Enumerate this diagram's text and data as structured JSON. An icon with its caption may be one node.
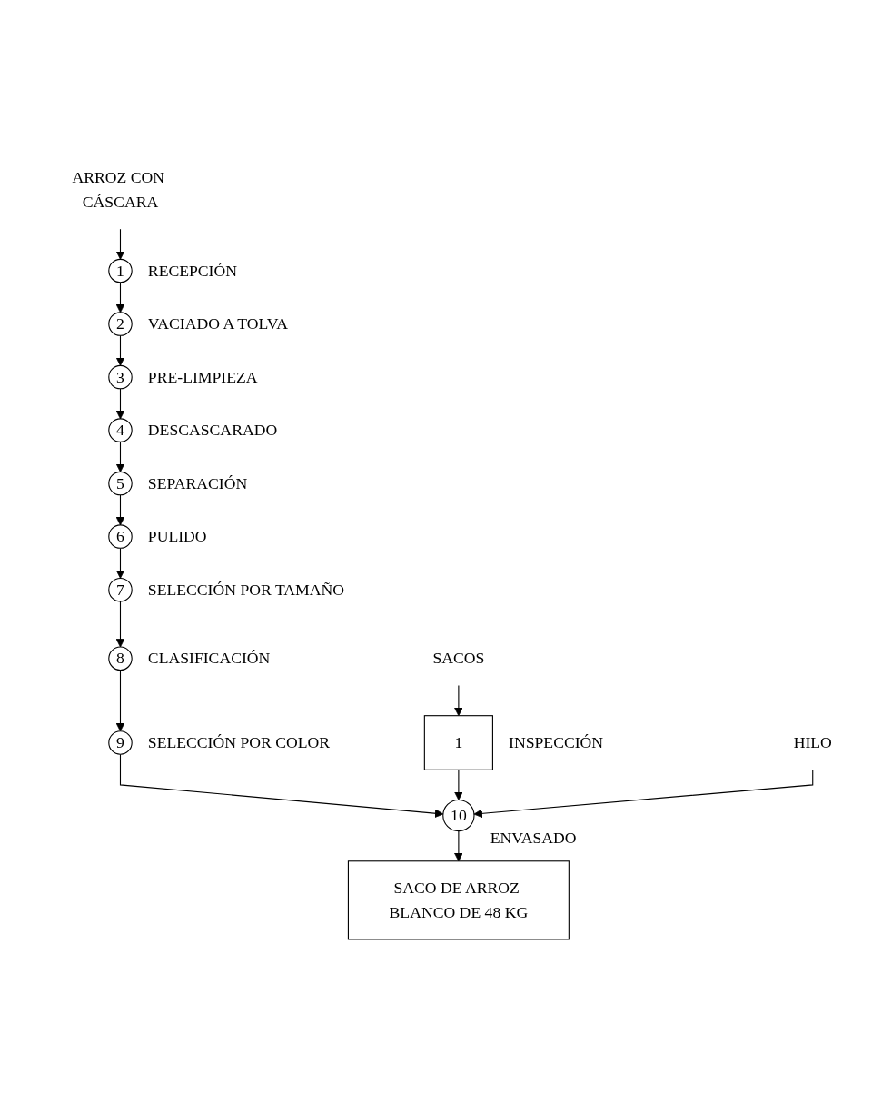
{
  "diagram": {
    "nodes": [
      {
        "text": [
          "SACOS"
        ]
      },
      {
        "text": [
          "1"
        ],
        "beside": [
          "INSPECCIÓN"
        ]
      },
      {
        "text": [
          "ARROZ CON CÁSCARA"
        ]
      },
      {
        "text": [
          "1"
        ],
        "beside": [
          "RECEPCIÓN"
        ]
      },
      {
        "text": [
          "2"
        ],
        "beside": [
          "VACIADO A TOLVA"
        ]
      },
      {
        "text": [
          "3"
        ],
        "beside": [
          "PRE-LIMPIEZA"
        ]
      },
      {
        "text": [
          "4"
        ],
        "beside": [
          "DESCASCARADO"
        ]
      },
      {
        "text": [
          "5"
        ],
        "beside": [
          "SEPARACIÓN"
        ]
      },
      {
        "text": [
          "6"
        ],
        "beside": [
          "PULIDO"
        ]
      },
      {
        "text": [
          "7"
        ],
        "beside": [
          "SELECCIÓN POR TAMAÑO"
        ]
      },
      {
        "text": [
          "8"
        ],
        "beside": [
          "CLASIFICACIÓN"
        ]
      },
      {
        "text": [
          "9"
        ],
        "beside": [
          "SELECCIÓN POR COLOR"
        ]
      },
      {
        "text": [
          "10"
        ],
        "beside": [
          "ENVASADO"
        ]
      },
      {
        "text": [
          "HILO"
        ]
      },
      {
        "text": [
          "SACO DE ARROZ BLANCO DE 48 KG"
        ]
      }
    ],
    "edges": [
      {
        "from": 0,
        "to": 1,
        "arrow": "to"
      },
      {
        "from": 2,
        "to": 3,
        "arrow": "to"
      },
      {
        "from": 3,
        "to": 4,
        "arrow": "to"
      },
      {
        "from": 4,
        "to": 5,
        "arrow": "to"
      },
      {
        "from": 5,
        "to": 6,
        "arrow": "to"
      },
      {
        "from": 6,
        "to": 7,
        "arrow": "to"
      },
      {
        "from": 7,
        "to": 8,
        "arrow": "to"
      },
      {
        "from": 8,
        "to": 9,
        "arrow": "to"
      },
      {
        "from": 9,
        "to": 10,
        "arrow": "to"
      },
      {
        "from": 10,
        "to": 11,
        "arrow": "to"
      },
      {
        "from": 11,
        "to": 12,
        "arrow": "to"
      },
      {
        "from": 1,
        "to": 12,
        "arrow": "to"
      },
      {
        "from": 13,
        "to": 12,
        "arrow": "to"
      },
      {
        "from": 12,
        "to": 14,
        "arrow": "to"
      }
    ]
  }
}
